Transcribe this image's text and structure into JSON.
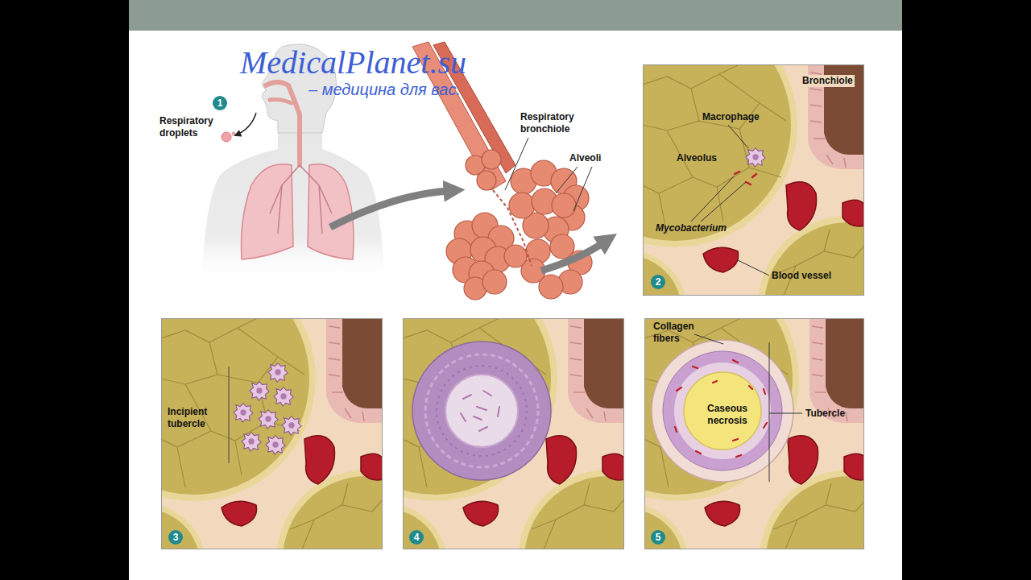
{
  "diagram": {
    "labels": [
      "MedicalPlanet.su",
      "– медицина для вас.",
      "1",
      "Respiratory droplets",
      "Respiratory bronchiole",
      "Alveoli",
      "Bronchiole",
      "Macrophage",
      "Alveolus",
      "Mycobacterium",
      "Blood vessel",
      "2",
      "Incipient tubercle",
      "3",
      "4",
      "Collagen fibers",
      "Caseous necrosis",
      "Tubercle",
      "5"
    ]
  }
}
